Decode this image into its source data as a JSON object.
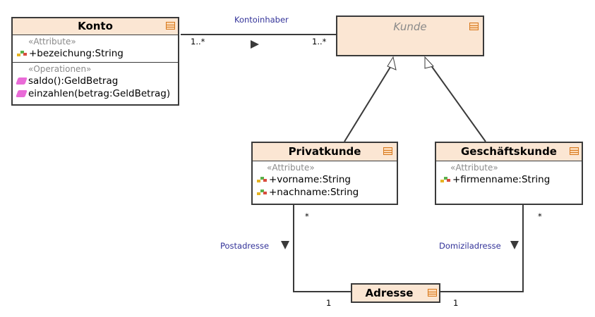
{
  "classes": {
    "konto": {
      "name": "Konto",
      "attr_stereotype": "«Attribute»",
      "attributes": [
        "+bezeichung:String"
      ],
      "op_stereotype": "«Operationen»",
      "operations": [
        "saldo():GeldBetrag",
        "einzahlen(betrag:GeldBetrag)"
      ]
    },
    "kunde": {
      "name": "Kunde"
    },
    "privatkunde": {
      "name": "Privatkunde",
      "attr_stereotype": "«Attribute»",
      "attributes": [
        "+vorname:String",
        "+nachname:String"
      ]
    },
    "geschaeftskunde": {
      "name": "Geschäftskunde",
      "attr_stereotype": "«Attribute»",
      "attributes": [
        "+firmenname:String"
      ]
    },
    "adresse": {
      "name": "Adresse"
    }
  },
  "associations": {
    "kontoinhaber": {
      "label": "Kontoinhaber",
      "mult_konto": "1..*",
      "mult_kunde": "1..*"
    },
    "postadresse": {
      "label": "Postadresse",
      "mult_source": "*",
      "mult_target": "1"
    },
    "domiziladresse": {
      "label": "Domiziladresse",
      "mult_source": "*",
      "mult_target": "1"
    }
  },
  "colors": {
    "class_header": "#fbe6d3",
    "border": "#3a3a3a",
    "label_blue": "#333399",
    "stereotype_gray": "#8a8a8a"
  }
}
